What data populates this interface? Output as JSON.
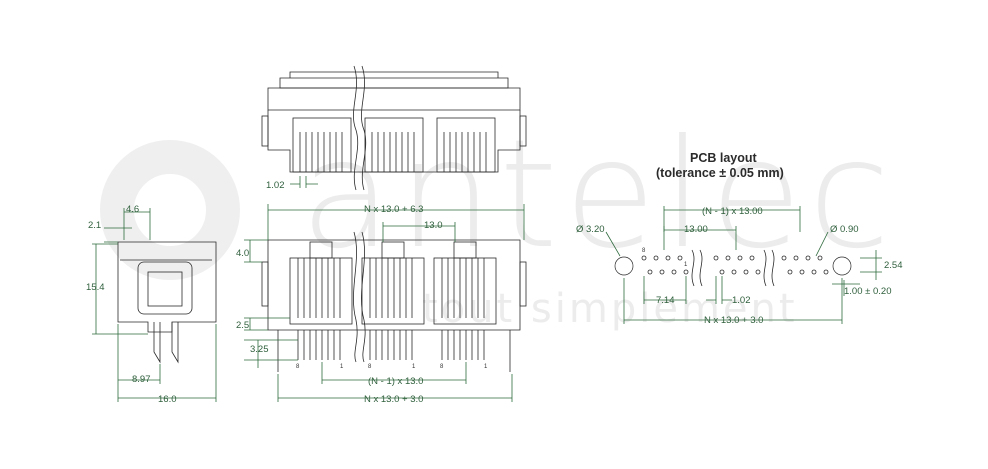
{
  "watermark": {
    "brand": "antelec",
    "tagline": "tout simplement"
  },
  "pcb": {
    "title": "PCB layout",
    "tolerance": "(tolerance ± 0.05 mm)",
    "pitch_n": "(N - 1) x 13.00",
    "pitch": "13.00",
    "hole_big": "Ø 3.20",
    "hole_small": "Ø 0.90",
    "dim_254": "2.54",
    "dim_100": "1.00 ± 0.20",
    "dim_714": "7.14",
    "dim_102": "1.02",
    "overall": "N x 13.0 + 3.0",
    "pin_8": "8",
    "pin_1": "1"
  },
  "top_view": {
    "dim_102": "1.02"
  },
  "side_view": {
    "dim_46": "4.6",
    "dim_21": "2.1",
    "dim_154": "15.4",
    "dim_897": "8.97",
    "dim_160": "16.0"
  },
  "front_view": {
    "overall_top": "N x 13.0 + 6.3",
    "pitch": "13.0",
    "dim_40": "4.0",
    "dim_25": "2.5",
    "dim_325": "3.25",
    "pitch_n": "(N - 1) x 13.0",
    "overall_bottom": "N x 13.0 + 3.0",
    "pin_8": "8",
    "pin_1": "1"
  }
}
